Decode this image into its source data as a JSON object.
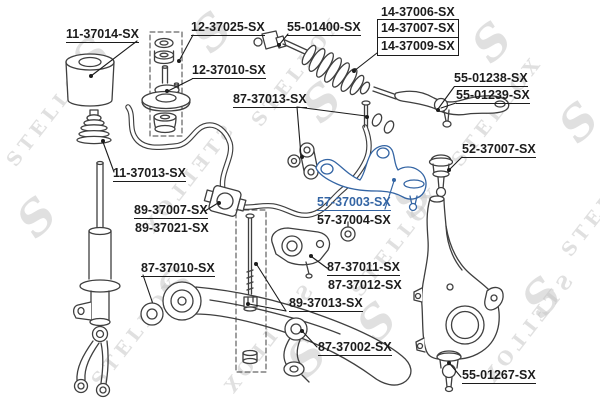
{
  "watermark": {
    "text": "STELLOX",
    "logo_letter": "S"
  },
  "colors": {
    "highlight": "#3465a4",
    "line_art": "#3f3f3f",
    "label_text": "#1c1c1c",
    "watermark": "#c7c7c7"
  },
  "diagram": {
    "type": "auto-parts-exploded-diagram",
    "subject": "front suspension and steering components",
    "labels": [
      {
        "text": "11-37014-SX",
        "highlighted": false
      },
      {
        "text": "12-37025-SX",
        "highlighted": false
      },
      {
        "text": "55-01400-SX",
        "highlighted": false
      },
      {
        "text": "14-37006-SX",
        "highlighted": false
      },
      {
        "text": "14-37007-SX",
        "highlighted": false
      },
      {
        "text": "14-37009-SX",
        "highlighted": false
      },
      {
        "text": "12-37010-SX",
        "highlighted": false
      },
      {
        "text": "87-37013-SX",
        "highlighted": false
      },
      {
        "text": "55-01238-SX",
        "highlighted": false
      },
      {
        "text": "55-01239-SX",
        "highlighted": false
      },
      {
        "text": "52-37007-SX",
        "highlighted": false
      },
      {
        "text": "11-37013-SX",
        "highlighted": false
      },
      {
        "text": "89-37007-SX",
        "highlighted": false
      },
      {
        "text": "89-37021-SX",
        "highlighted": false
      },
      {
        "text": "57-37003-SX",
        "highlighted": true
      },
      {
        "text": "57-37004-SX",
        "highlighted": false
      },
      {
        "text": "87-37010-SX",
        "highlighted": false
      },
      {
        "text": "87-37011-SX",
        "highlighted": false
      },
      {
        "text": "87-37012-SX",
        "highlighted": false
      },
      {
        "text": "89-37013-SX",
        "highlighted": false
      },
      {
        "text": "87-37002-SX",
        "highlighted": false
      },
      {
        "text": "55-01267-SX",
        "highlighted": false
      }
    ]
  }
}
